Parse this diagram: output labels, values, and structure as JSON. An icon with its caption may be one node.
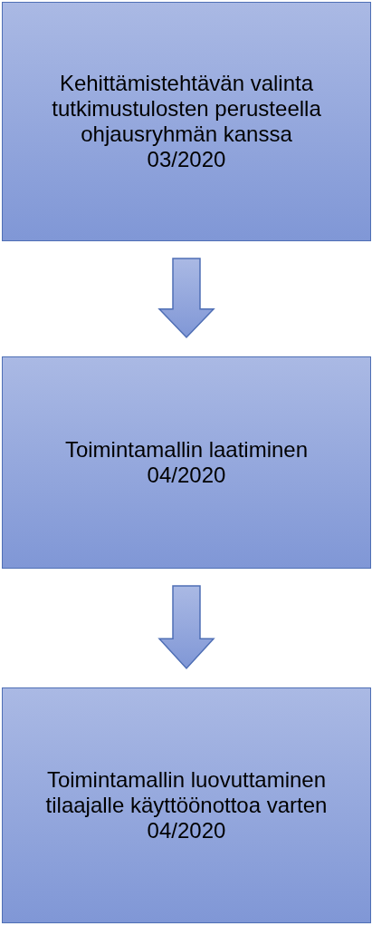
{
  "diagram": {
    "nodes": [
      {
        "text": [
          "Kehittämistehtävän valinta tutkimustulosten perusteella ohjausryhmän kanssa",
          "03/2020"
        ]
      },
      {
        "text": [
          "Toimintamallin laatiminen",
          "04/2020"
        ]
      },
      {
        "text": [
          "Toimintamallin luovuttaminen tilaajalle käyttöönottoa varten",
          "04/2020"
        ]
      }
    ],
    "edges": [
      {
        "from": 0,
        "to": 1,
        "arrow": "to"
      },
      {
        "from": 1,
        "to": 2,
        "arrow": "to"
      }
    ]
  }
}
